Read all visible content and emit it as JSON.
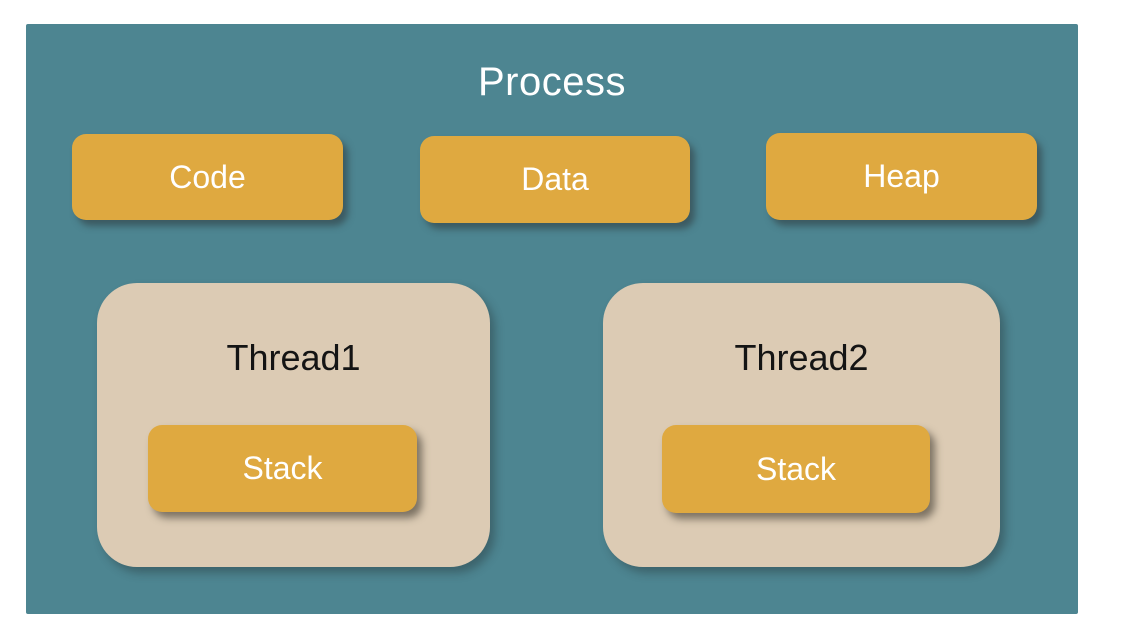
{
  "diagram": {
    "title": "Process",
    "segments": [
      {
        "label": "Code"
      },
      {
        "label": "Data"
      },
      {
        "label": "Heap"
      }
    ],
    "threads": [
      {
        "label": "Thread1",
        "stack_label": "Stack"
      },
      {
        "label": "Thread2",
        "stack_label": "Stack"
      }
    ],
    "colors": {
      "page_background": "#ffffff",
      "process_background": "#4d8591",
      "segment_fill": "#dfa940",
      "thread_fill": "#dccbb4",
      "title_text": "#ffffff",
      "segment_text": "#ffffff",
      "thread_text": "#141414"
    }
  }
}
